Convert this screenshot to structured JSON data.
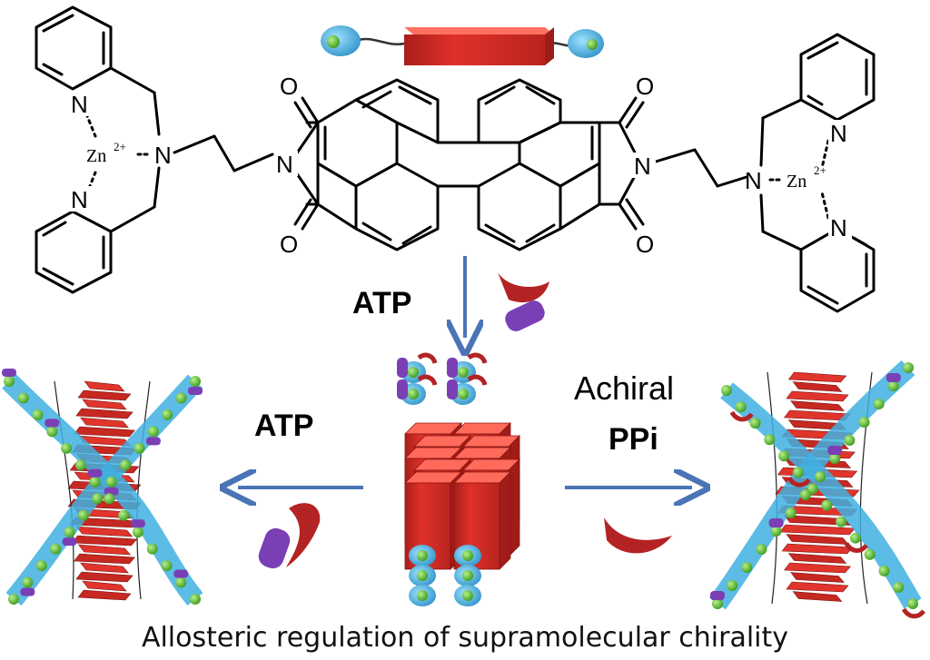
{
  "structure": {
    "atoms": {
      "nitrogen": "N",
      "oxygen": "O",
      "zinc": "Zn",
      "zinc_charge": "2+"
    }
  },
  "labels": {
    "atp_top": "ATP",
    "atp_left": "ATP",
    "achiral": "Achiral",
    "ppi": "PPi"
  },
  "caption": "Allosteric regulation of supramolecular chirality",
  "colors": {
    "arrow": "#4a74b5",
    "pdi_red": "#e0302a",
    "receptor_blue": "#3fb0e0",
    "zinc_green": "#5cc23c",
    "atp_purple": "#7b3fb5",
    "atp_ribbon": "#b42323"
  }
}
